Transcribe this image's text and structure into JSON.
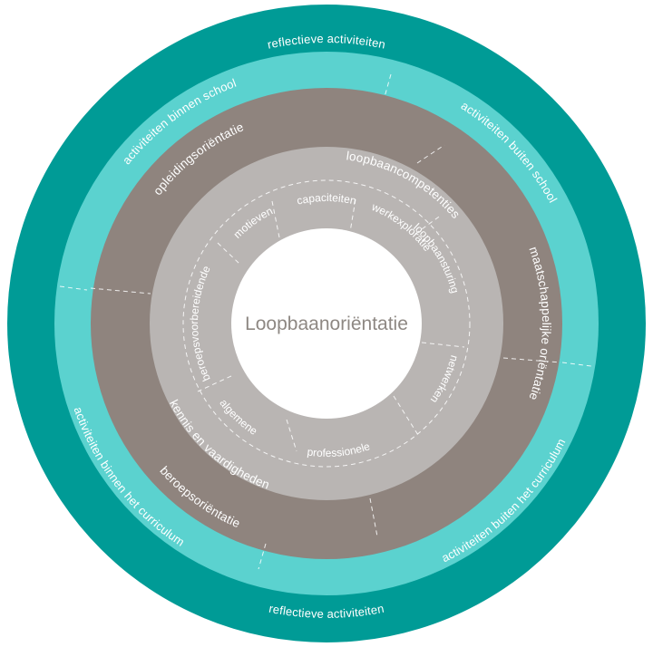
{
  "colors": {
    "outer_ring": "#009b96",
    "second_ring": "#5bd2cf",
    "third_ring": "#8f847e",
    "fourth_ring": "#b9b5b3",
    "center": "#ffffff",
    "center_text": "#8e8883"
  },
  "center": {
    "label": "Loopbaanoriëntatie"
  },
  "outer_ring": {
    "top_label": "reflectieve activiteiten",
    "bottom_label": "reflectieve activiteiten"
  },
  "second_ring": {
    "top_left": "activiteiten binnen school",
    "top_right": "activiteiten buiten school",
    "bottom_left": "activiteiten binnen het curriculum",
    "bottom_right": "activiteiten buiten het curriculum"
  },
  "third_ring": {
    "top_left": "opleidingsoriëntatie",
    "right": "maatschappelijke oriëntatie",
    "bottom_left": "beroepsoriëntatie"
  },
  "fourth_ring": {
    "top_heading": "loopbaancompetenties",
    "bottom_heading": "kennis en vaardigheden",
    "segments": {
      "motieven": "motieven",
      "capaciteiten": "capaciteiten",
      "werkexploratie": "werkexploratie",
      "loopbaansturing": "loopbaansturing",
      "netwerken": "netwerken",
      "professionele": "professionele",
      "algemene": "algemene",
      "beroepsvoorbereidende": "beroepsvoorbereidende"
    }
  }
}
